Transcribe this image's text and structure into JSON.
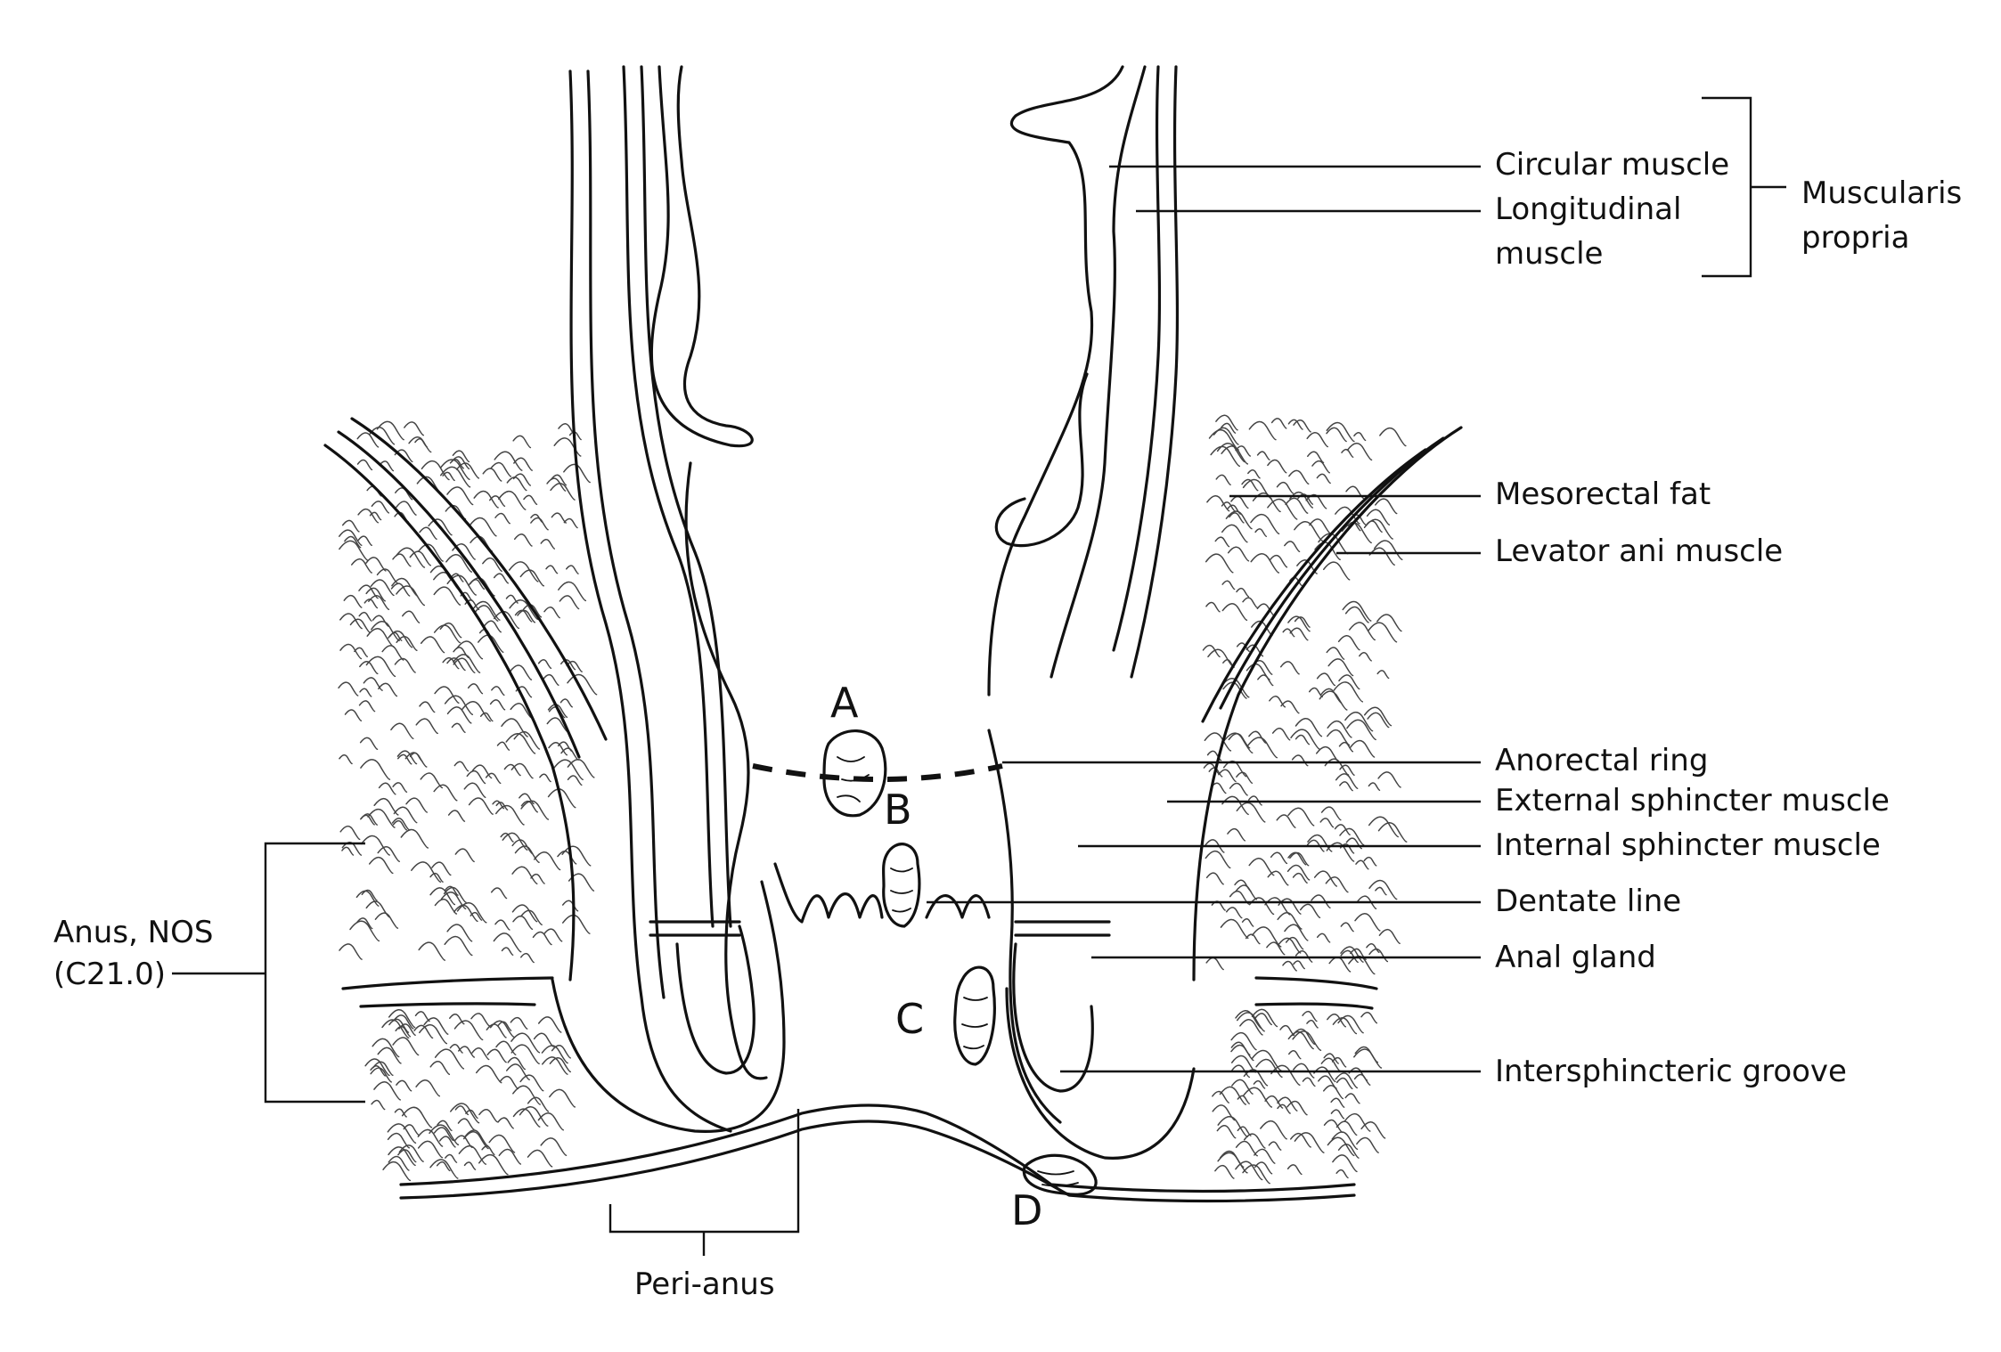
{
  "labels": {
    "circular_muscle": "Circular muscle",
    "longitudinal_muscle_1": "Longitudinal",
    "longitudinal_muscle_2": "muscle",
    "muscularis_propria_1": "Muscularis",
    "muscularis_propria_2": "propria",
    "mesorectal_fat": "Mesorectal fat",
    "levator_ani": "Levator ani muscle",
    "anorectal_ring": "Anorectal ring",
    "external_sphincter": "External sphincter muscle",
    "internal_sphincter": "Internal sphincter muscle",
    "dentate_line": "Dentate line",
    "anal_gland": "Anal gland",
    "intersphincteric_groove": "Intersphincteric groove",
    "anus_nos_1": "Anus, NOS",
    "anus_nos_2": "(C21.0)",
    "peri_anus": "Peri-anus"
  },
  "markers": {
    "a": "A",
    "b": "B",
    "c": "C",
    "d": "D"
  }
}
